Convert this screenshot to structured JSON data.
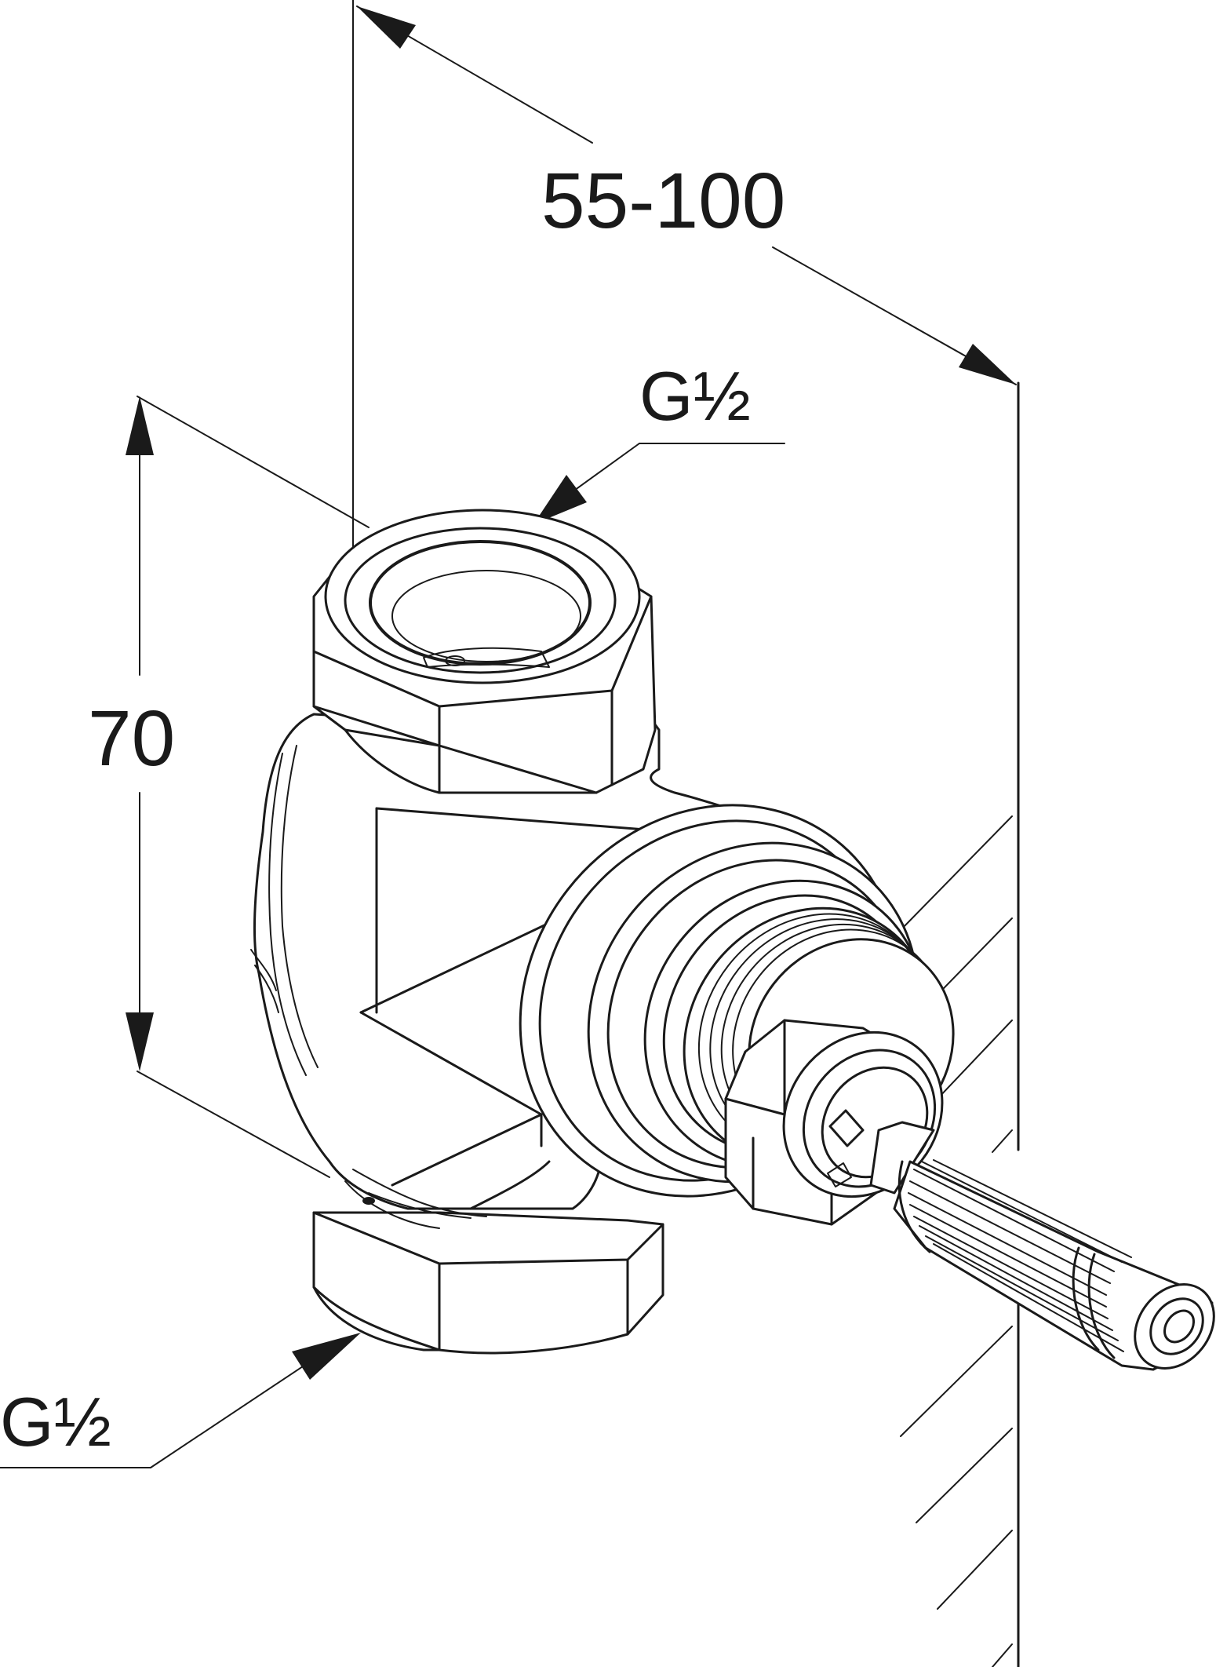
{
  "dimensions": {
    "wall_depth": "55-100",
    "height": "70"
  },
  "threads": {
    "top_connection": "G½",
    "bottom_connection": "G½"
  }
}
